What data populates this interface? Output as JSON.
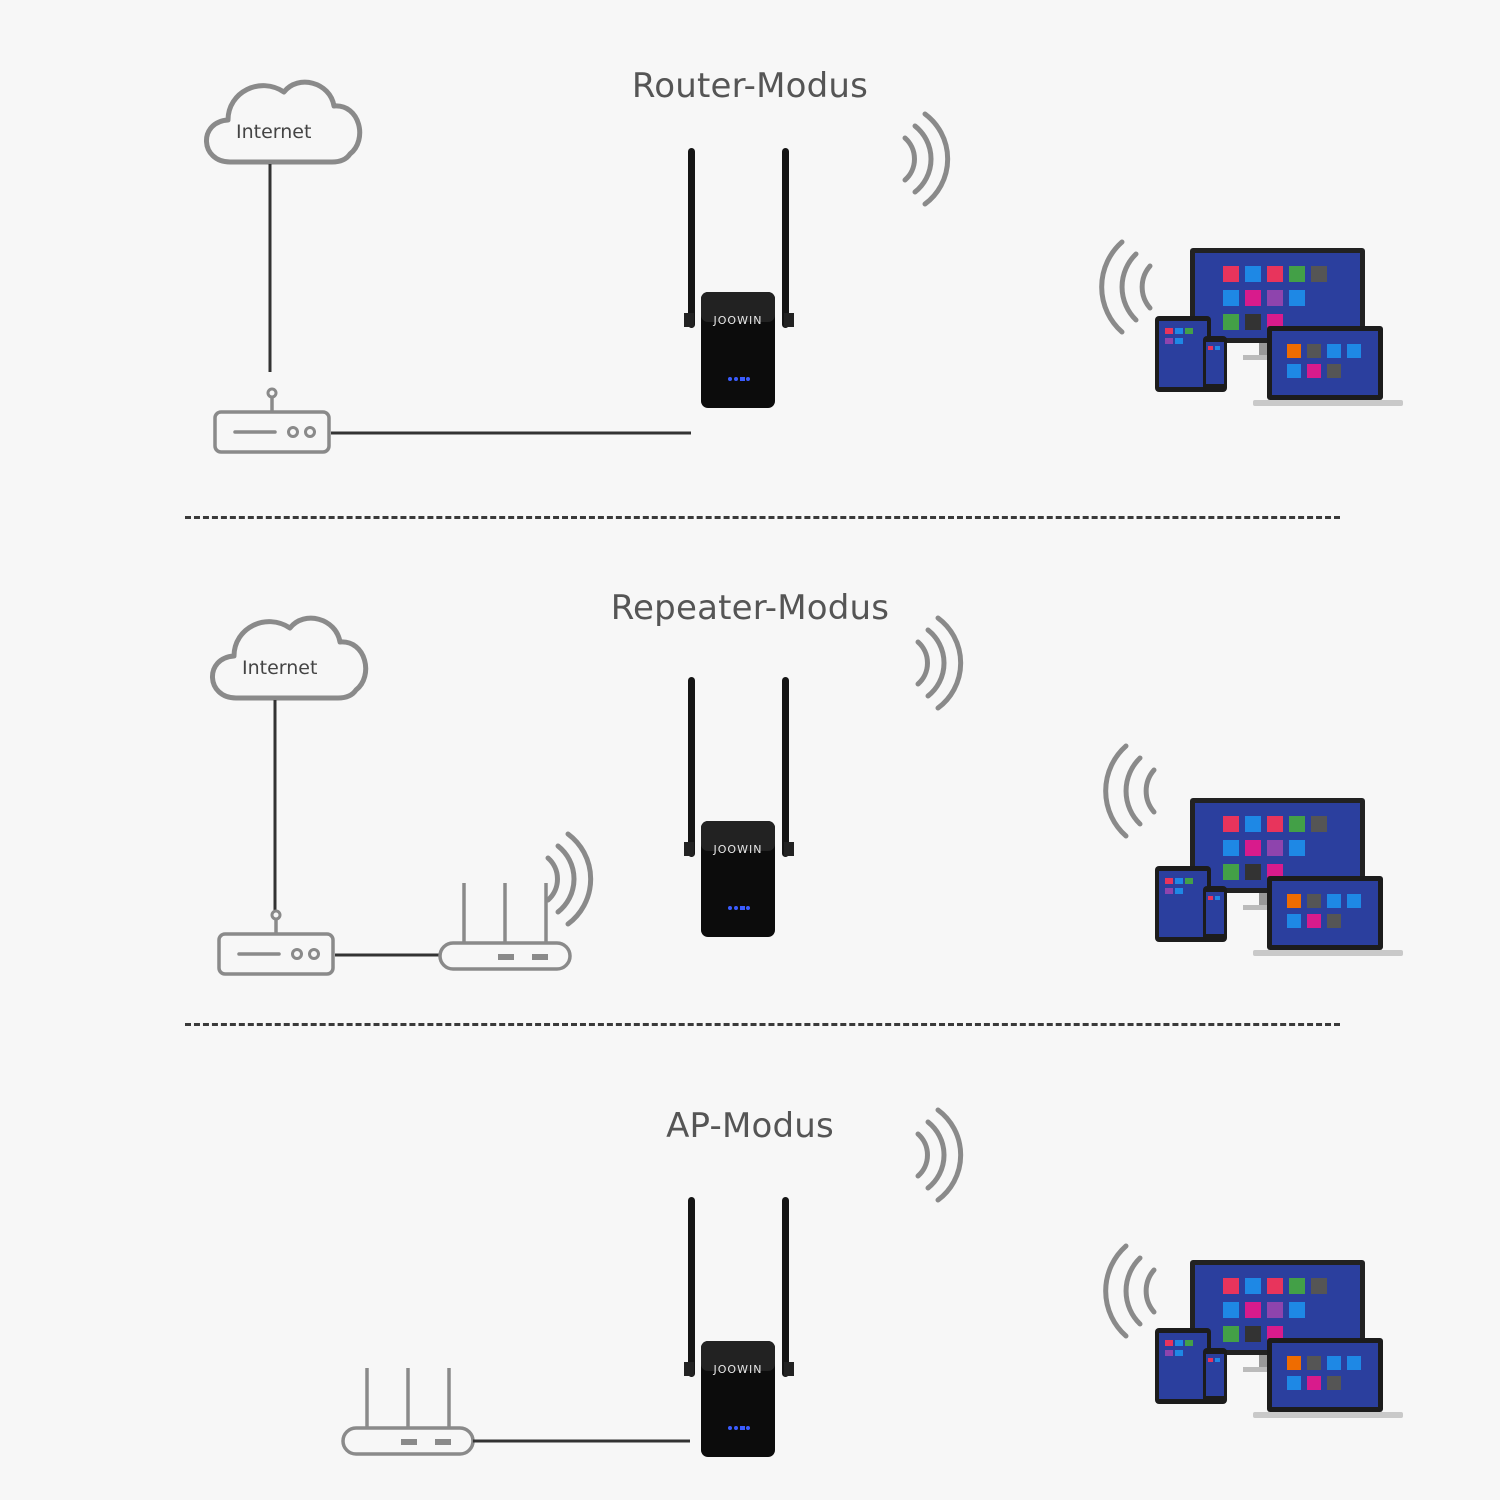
{
  "modes": {
    "router": {
      "title": "Router-Modus",
      "cloud_label": "Internet",
      "brand": "JOOWIN"
    },
    "repeater": {
      "title": "Repeater-Modus",
      "cloud_label": "Internet",
      "brand": "JOOWIN"
    },
    "ap": {
      "title": "AP-Modus",
      "brand": "JOOWIN"
    }
  },
  "colors": {
    "background": "#f7f7f7",
    "line": "#333333",
    "outline_gray": "#8a8a8a",
    "device_black": "#101010",
    "screen_blue": "#2b3f9e",
    "led_blue": "#3a5cff"
  },
  "icons": [
    "cloud-icon",
    "modem-icon",
    "router-icon",
    "repeater-device",
    "wifi-signal-icon",
    "multi-device-icon"
  ]
}
